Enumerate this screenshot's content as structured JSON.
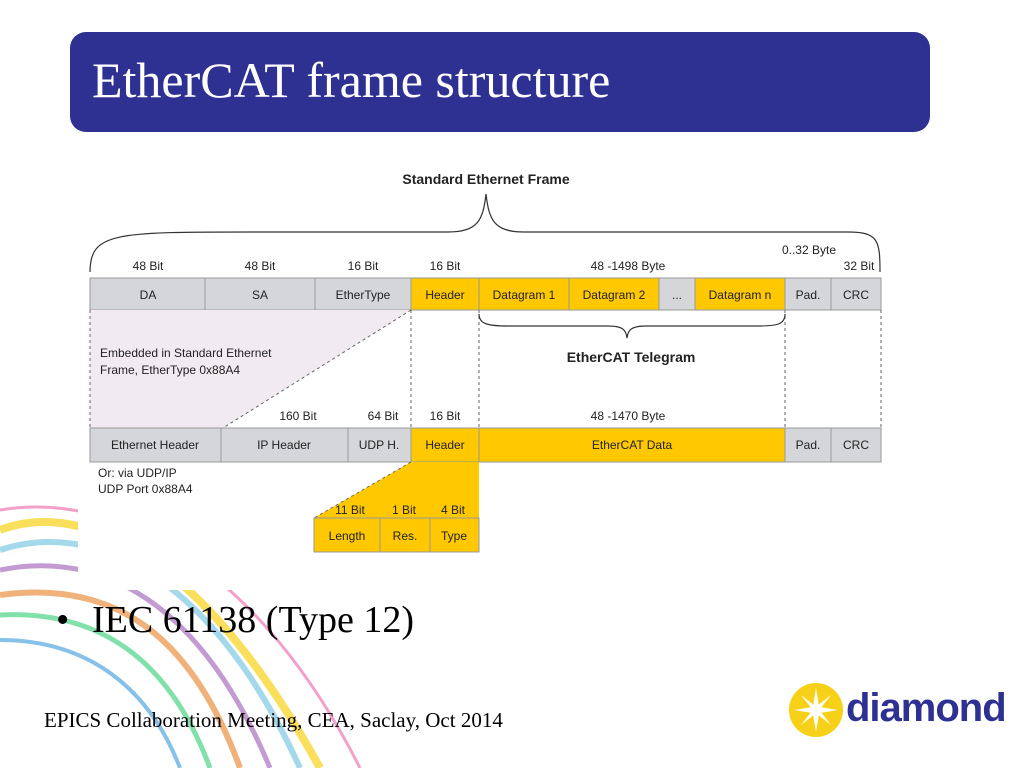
{
  "slide": {
    "title": "EtherCAT frame structure",
    "bullet": "IEC 61138 (Type 12)",
    "footer": "EPICS Collaboration Meeting, CEA, Saclay, Oct 2014",
    "logo_text": "diamond"
  },
  "diagram": {
    "frame_title": "Standard Ethernet Frame",
    "row1_sizes": [
      "48 Bit",
      "48 Bit",
      "16 Bit",
      "16 Bit",
      "48 -1498 Byte",
      "0..32 Byte",
      "32 Bit"
    ],
    "row1_fields": [
      "DA",
      "SA",
      "EtherType",
      "Header",
      "Datagram 1",
      "Datagram 2",
      "...",
      "Datagram n",
      "Pad.",
      "CRC"
    ],
    "embedded_note": [
      "Embedded in Standard Ethernet",
      "Frame, EtherType 0x88A4"
    ],
    "telegram_label": "EtherCAT Telegram",
    "row2_sizes": [
      "160 Bit",
      "64 Bit",
      "16 Bit",
      "48 -1470 Byte"
    ],
    "row2_fields": [
      "Ethernet Header",
      "IP Header",
      "UDP H.",
      "Header",
      "EtherCAT Data",
      "Pad.",
      "CRC"
    ],
    "udp_note": [
      "Or: via UDP/IP",
      "UDP Port 0x88A4"
    ],
    "row3_sizes": [
      "11 Bit",
      "1 Bit",
      "4 Bit"
    ],
    "row3_fields": [
      "Length",
      "Res.",
      "Type"
    ]
  },
  "colors": {
    "title_bar": "#2e3192",
    "field_gray": "#d4d6d9",
    "field_yellow": "#ffc800",
    "logo_blue": "#2e3192",
    "logo_yellow": "#f7d117"
  }
}
